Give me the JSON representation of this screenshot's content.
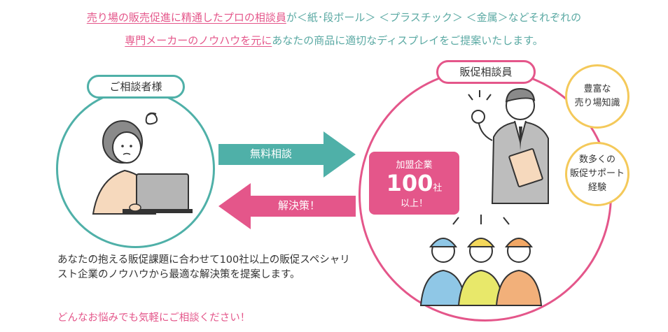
{
  "intro": {
    "line1_highlight": "売り場の販売促進に精通したプロの相談員",
    "line1_rest": "が＜紙･段ボール＞ ＜プラスチック＞ ＜金属＞などそれぞれの",
    "line2_highlight": "専門メーカーのノウハウを元に",
    "line2_rest": "あなたの商品に適切なディスプレイをご提案いたします。"
  },
  "customer": {
    "label": "ご相談者様"
  },
  "staff": {
    "label": "販促相談員"
  },
  "arrows": {
    "forward": "無料相談",
    "back": "解決策！"
  },
  "bubbles": {
    "one": "豊富な\n売り場知識",
    "two": "数多くの\n販促サポート\n経験"
  },
  "member": {
    "line1": "加盟企業",
    "number": "100",
    "suffix": "社",
    "line3": "以上！"
  },
  "description": "あなたの抱える販促課題に合わせて100社以上の販促スペシャリスト企業のノウハウから最適な解決策を提案します。",
  "cta": "どんなお悩みでも気軽にご相談ください！",
  "colors": {
    "teal": "#4fb0a8",
    "pink": "#e4568a",
    "yellow": "#f4c95a"
  }
}
